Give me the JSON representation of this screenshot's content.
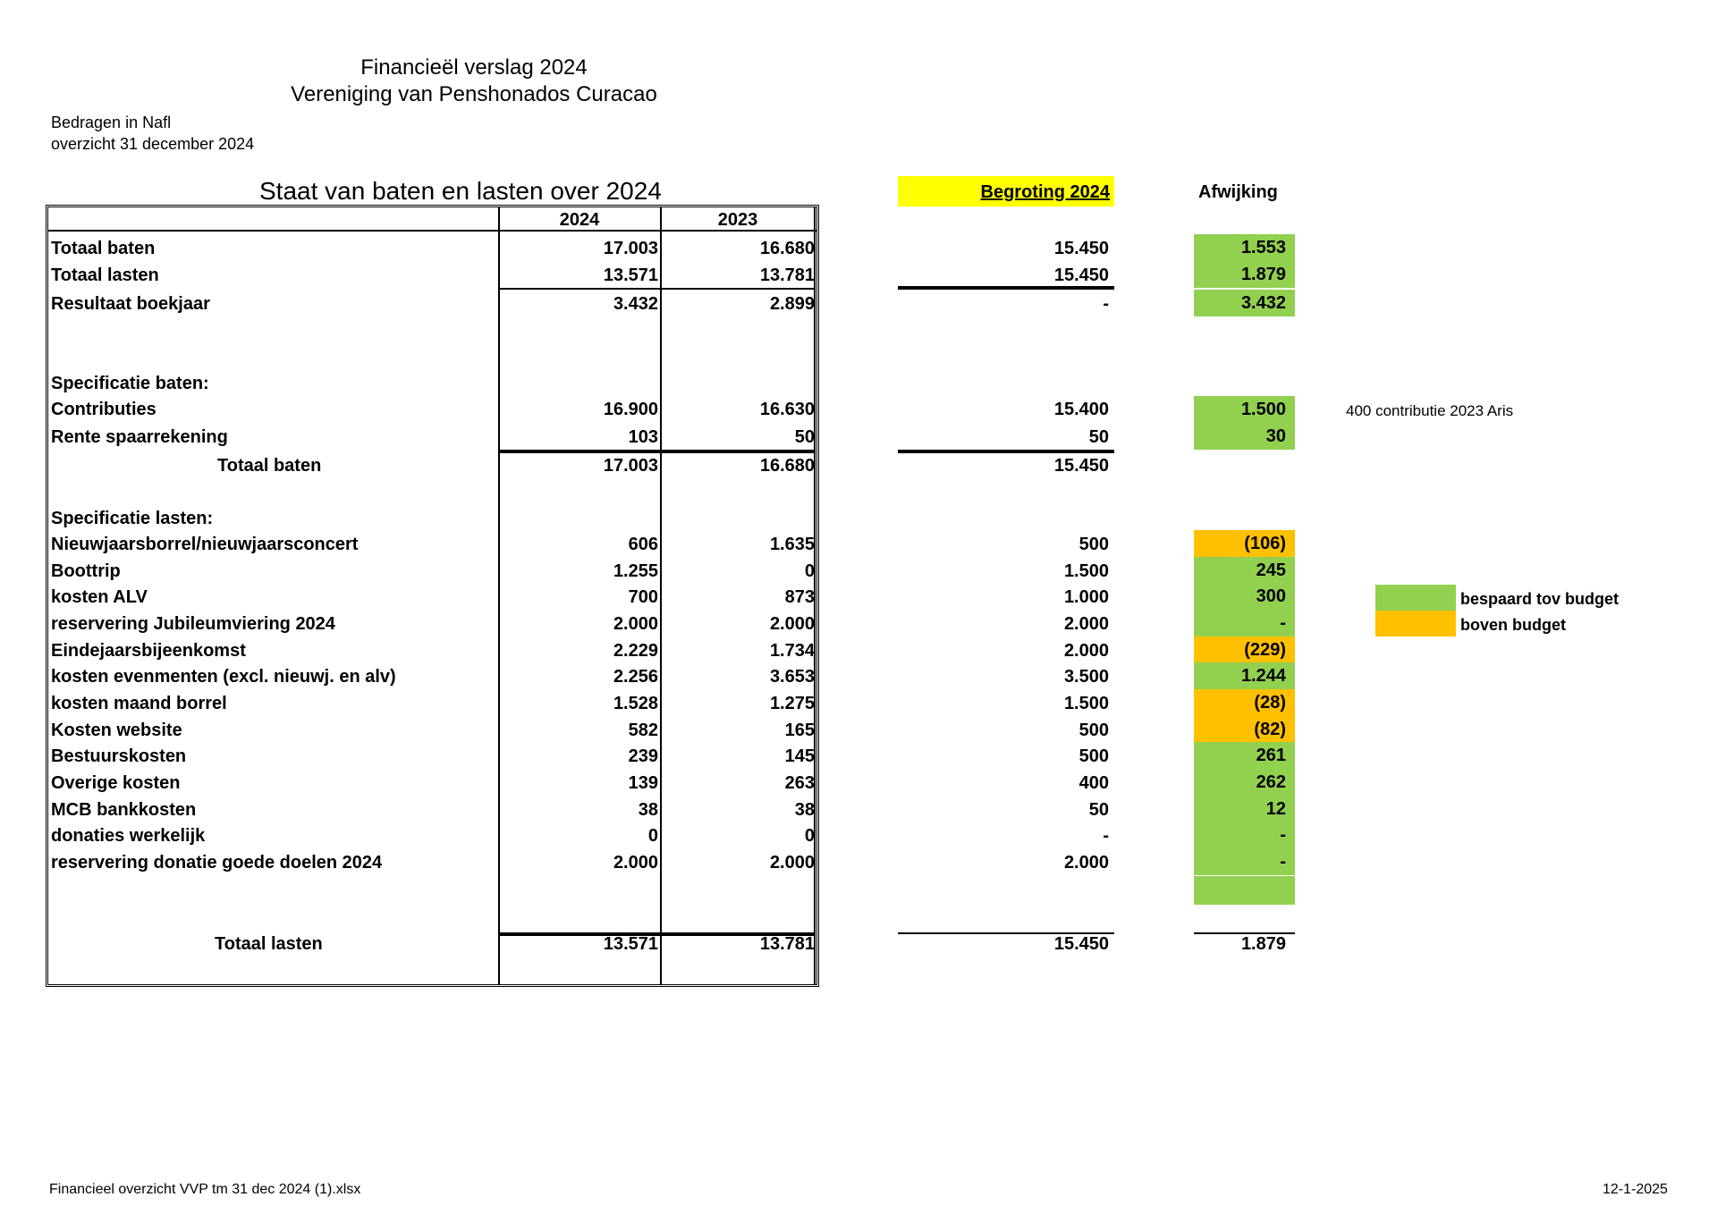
{
  "header": {
    "title_line1": "Financieël verslag  2024",
    "title_line2": "Vereniging van Penshonados Curacao",
    "currency_note": "Bedragen in Nafl",
    "overview_date": "overzicht 31 december 2024"
  },
  "table": {
    "title": "Staat van baten en lasten over 2024",
    "col_2024": "2024",
    "col_2023": "2023",
    "budget_header": "Begroting 2024",
    "deviation_header": "Afwijking",
    "summary": [
      {
        "label": "Totaal baten",
        "v2024": "17.003",
        "v2023": "16.680",
        "budget": "15.450",
        "dev": "1.553",
        "color": "green"
      },
      {
        "label": "Totaal lasten",
        "v2024": "13.571",
        "v2023": "13.781",
        "budget": "15.450",
        "dev": "1.879",
        "color": "green"
      },
      {
        "label": "Resultaat boekjaar",
        "v2024": "3.432",
        "v2023": "2.899",
        "budget": "-",
        "dev": "3.432",
        "color": "green"
      }
    ],
    "baten_heading": "Specificatie baten:",
    "baten": [
      {
        "label": "Contributies",
        "v2024": "16.900",
        "v2023": "16.630",
        "budget": "15.400",
        "dev": "1.500",
        "color": "green",
        "note": "400 contributie 2023 Aris"
      },
      {
        "label": "Rente spaarrekening",
        "v2024": "103",
        "v2023": "50",
        "budget": "50",
        "dev": "30",
        "color": "green",
        "note": ""
      }
    ],
    "baten_total": {
      "label": "Totaal baten",
      "v2024": "17.003",
      "v2023": "16.680",
      "budget": "15.450"
    },
    "lasten_heading": "Specificatie lasten:",
    "lasten": [
      {
        "label": "Nieuwjaarsborrel/nieuwjaarsconcert",
        "v2024": "606",
        "v2023": "1.635",
        "budget": "500",
        "dev": "(106)",
        "color": "orange"
      },
      {
        "label": "Boottrip",
        "v2024": "1.255",
        "v2023": "0",
        "budget": "1.500",
        "dev": "245",
        "color": "green"
      },
      {
        "label": "kosten ALV",
        "v2024": "700",
        "v2023": "873",
        "budget": "1.000",
        "dev": "300",
        "color": "green"
      },
      {
        "label": "reservering Jubileumviering 2024",
        "v2024": "2.000",
        "v2023": "2.000",
        "budget": "2.000",
        "dev": "-",
        "color": "green"
      },
      {
        "label": "Eindejaarsbijeenkomst",
        "v2024": "2.229",
        "v2023": "1.734",
        "budget": "2.000",
        "dev": "(229)",
        "color": "orange"
      },
      {
        "label": "kosten evenmenten (excl. nieuwj. en alv)",
        "v2024": "2.256",
        "v2023": "3.653",
        "budget": "3.500",
        "dev": "1.244",
        "color": "green"
      },
      {
        "label": "kosten maand borrel",
        "v2024": "1.528",
        "v2023": "1.275",
        "budget": "1.500",
        "dev": "(28)",
        "color": "orange"
      },
      {
        "label": "Kosten website",
        "v2024": "582",
        "v2023": "165",
        "budget": "500",
        "dev": "(82)",
        "color": "orange"
      },
      {
        "label": "Bestuurskosten",
        "v2024": "239",
        "v2023": "145",
        "budget": "500",
        "dev": "261",
        "color": "green"
      },
      {
        "label": "Overige kosten",
        "v2024": "139",
        "v2023": "263",
        "budget": "400",
        "dev": "262",
        "color": "green"
      },
      {
        "label": "MCB bankkosten",
        "v2024": "38",
        "v2023": "38",
        "budget": "50",
        "dev": "12",
        "color": "green"
      },
      {
        "label": "donaties  werkelijk",
        "v2024": "0",
        "v2023": "0",
        "budget": "-",
        "dev": "-",
        "color": "green"
      },
      {
        "label": "reservering donatie  goede doelen 2024",
        "v2024": "2.000",
        "v2023": "2.000",
        "budget": "2.000",
        "dev": "-",
        "color": "green"
      }
    ],
    "lasten_total": {
      "label": "Totaal lasten",
      "v2024": "13.571",
      "v2023": "13.781",
      "budget": "15.450",
      "dev": "1.879"
    }
  },
  "legend": {
    "green_label": "bespaard tov budget",
    "orange_label": "boven budget"
  },
  "colors": {
    "green": "#92d050",
    "orange": "#ffc000",
    "yellow": "#ffff00"
  },
  "footer": {
    "filename": "Financieel overzicht VVP tm 31 dec 2024 (1).xlsx",
    "date": "12-1-2025"
  }
}
